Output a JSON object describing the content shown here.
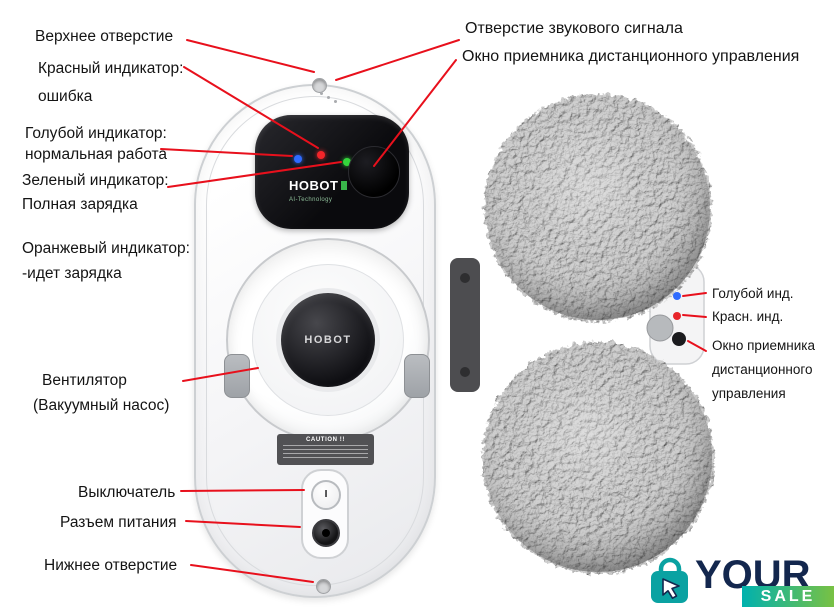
{
  "title": "HOBOT window cleaning robot annotated diagram",
  "colors": {
    "callout_line": "#e8101c",
    "indicator_blue": "#2f6bff",
    "indicator_red": "#f2252a",
    "indicator_green": "#35d63c",
    "brand_navy": "#13274e",
    "brand_teal": "#00b1ae",
    "brand_green": "#79c143"
  },
  "callouts": {
    "top_opening": "Верхнее отверстие",
    "red_indicator_1": "Красный индикатор:",
    "red_indicator_2": "ошибка",
    "blue_indicator_1": "Голубой индикатор:",
    "blue_indicator_2": "нормальная работа",
    "green_indicator_1": "Зеленый индикатор:",
    "green_indicator_2": "Полная зарядка",
    "orange_indicator_1": "Оранжевый индикатор:",
    "orange_indicator_2": "-идет зарядка",
    "fan_1": "Вентилятор",
    "fan_2": "(Вакуумный насос)",
    "power_switch": "Выключатель",
    "power_socket": "Разъем питания",
    "bottom_opening": "Нижнее отверстие",
    "buzzer": "Отверстие звукового сигнала",
    "ir_window": "Окно приемника дистанционного управления",
    "side_blue": "Голубой инд.",
    "side_red": "Красн. инд.",
    "side_ir_1": "Окно приемника",
    "side_ir_2": "дистанционного",
    "side_ir_3": "управления"
  },
  "device": {
    "display_brand": "HOBOT",
    "display_sub": "AI-Technology",
    "hub_brand": "HOBOT",
    "caution_title": "CAUTION !!",
    "power_mark": "I"
  },
  "logo": {
    "your": "YOUR",
    "sale": "SALE"
  }
}
